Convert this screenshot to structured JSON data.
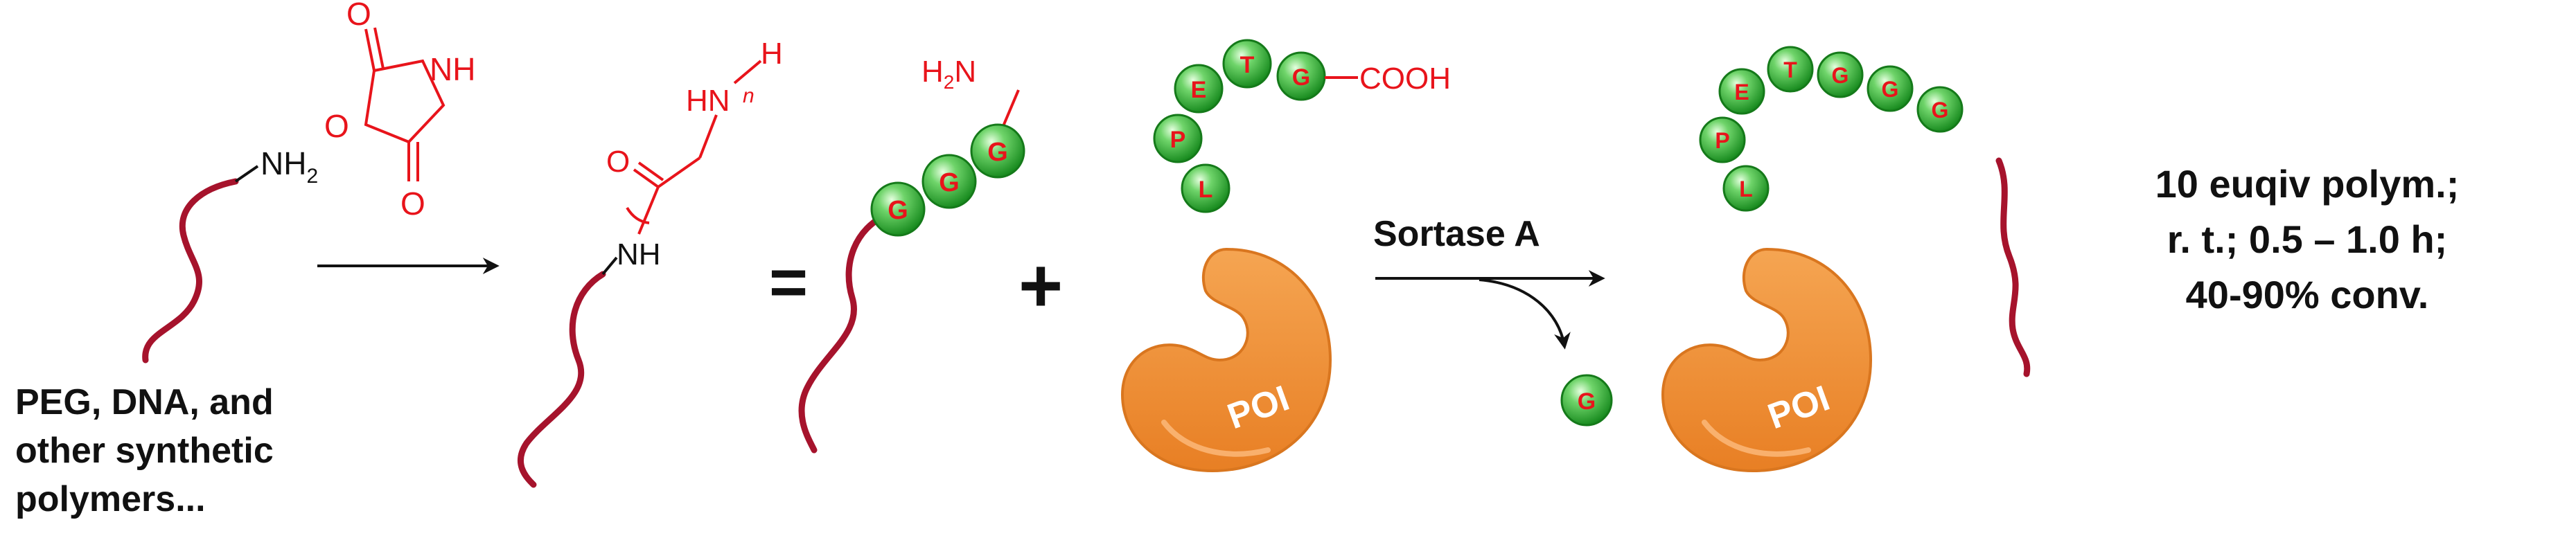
{
  "polymer_label": [
    "PEG, DNA, and",
    "other synthetic",
    "polymers..."
  ],
  "nh2": {
    "n": "NH",
    "sub": "2"
  },
  "reagent": {
    "nh": "NH",
    "o1": "O",
    "o2": "O",
    "o3": "O"
  },
  "product1": {
    "hn": "HN",
    "h": "H",
    "n": "n",
    "o": "O",
    "nh": "NH"
  },
  "equals": "=",
  "plus": "+",
  "h2n": {
    "h": "H",
    "sub": "2",
    "n": "N"
  },
  "gly_letter": "G",
  "motif": [
    "L",
    "P",
    "E",
    "T",
    "G"
  ],
  "cooh": "COOH",
  "poi": "POI",
  "enzyme": "Sortase A",
  "product_motif": [
    "L",
    "P",
    "E",
    "T",
    "G",
    "G",
    "G"
  ],
  "conditions": [
    "10 euqiv polym.;",
    "r. t.; 0.5 – 1.0 h;",
    "40-90% conv."
  ],
  "colors": {
    "polymer": "#a6132c",
    "chem_red": "#e8141b",
    "bead": "#2fae2f",
    "poi": "#f0923a",
    "text": "#111111"
  }
}
